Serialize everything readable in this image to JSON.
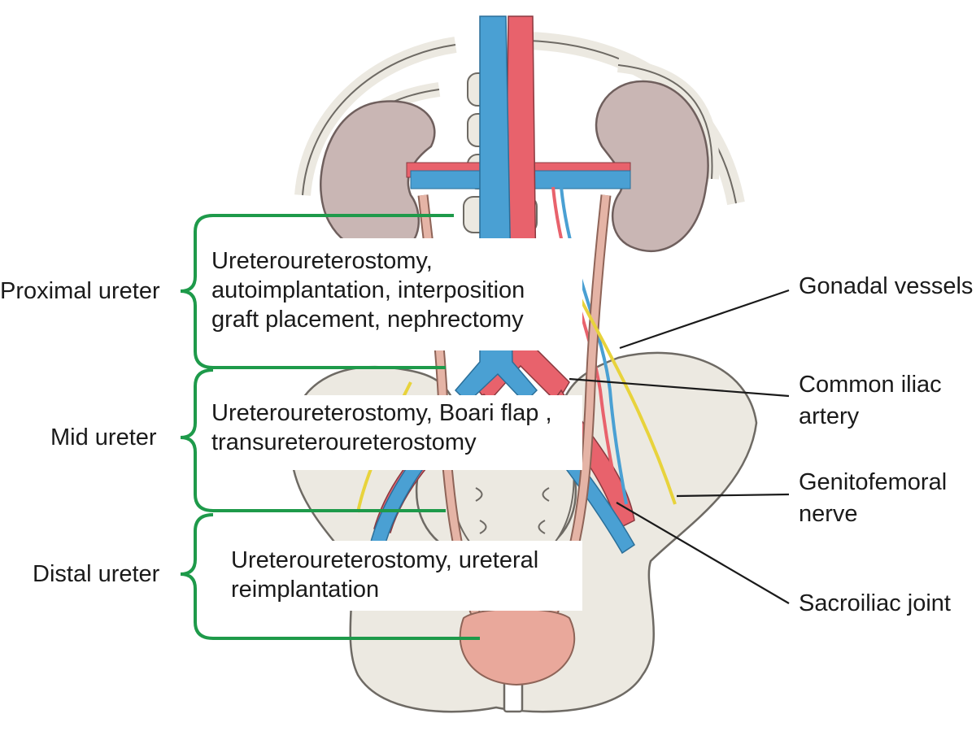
{
  "colors": {
    "bone": "#ece9e1",
    "bone_outline": "#6e6a64",
    "kidney": "#c9b6b4",
    "kidney_outline": "#6f5f5d",
    "artery": "#e8626c",
    "vein": "#4aa0d3",
    "ureter": "#e5b4a6",
    "ureter_outline": "#8e6458",
    "bladder": "#e9a89b",
    "nerve": "#e8d33c",
    "bracket": "#1e9a4a",
    "leader": "#1a1a1a"
  },
  "segments": [
    {
      "label": "Proximal ureter",
      "procedures": [
        "Ureteroureterostomy,",
        "autoimplantation, interposition",
        "graft placement, nephrectomy"
      ]
    },
    {
      "label": "Mid ureter",
      "procedures": [
        "Ureteroureterostomy, Boari flap ,",
        "transureteroureterostomy"
      ]
    },
    {
      "label": "Distal ureter",
      "procedures": [
        "Ureteroureterostomy, ureteral",
        "reimplantation"
      ]
    }
  ],
  "structures": [
    {
      "label": [
        "Gonadal vessels"
      ]
    },
    {
      "label": [
        "Common iliac",
        "artery"
      ]
    },
    {
      "label": [
        "Genitofemoral",
        "nerve"
      ]
    },
    {
      "label": [
        "Sacroiliac joint"
      ]
    }
  ]
}
